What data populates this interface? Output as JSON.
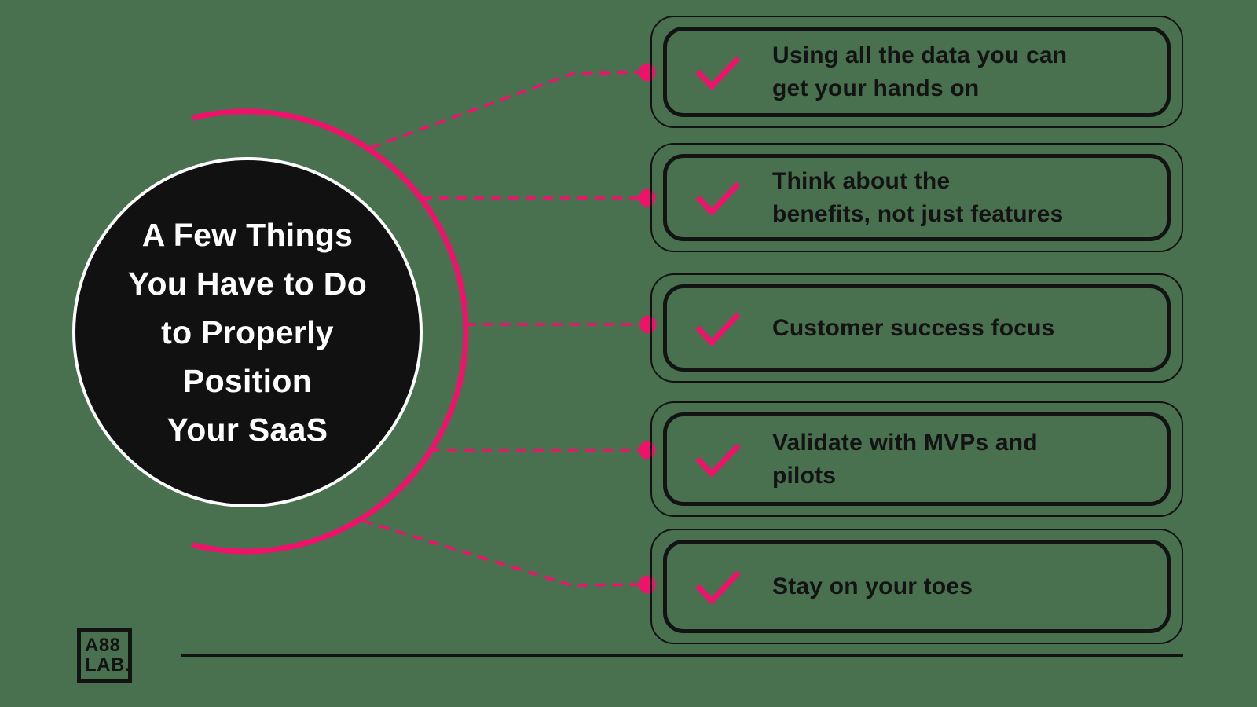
{
  "colors": {
    "background": "#497150",
    "accent_pink": "#EF126B",
    "ink": "#131313",
    "circle_fill": "#111111",
    "circle_text": "#FFFFFF"
  },
  "circle": {
    "title_lines": [
      "A Few Things",
      "You Have to Do",
      "to Properly",
      "Position",
      "Your SaaS"
    ]
  },
  "items": [
    {
      "lines": [
        "Using all the data you can",
        "get your hands on"
      ]
    },
    {
      "lines": [
        "Think about the",
        "benefits, not just features"
      ]
    },
    {
      "lines": [
        "Customer success focus"
      ]
    },
    {
      "lines": [
        "Validate with MVPs and",
        "pilots"
      ]
    },
    {
      "lines": [
        "Stay on your toes"
      ]
    }
  ],
  "logo": {
    "lines": [
      "A88",
      "LAB."
    ]
  }
}
